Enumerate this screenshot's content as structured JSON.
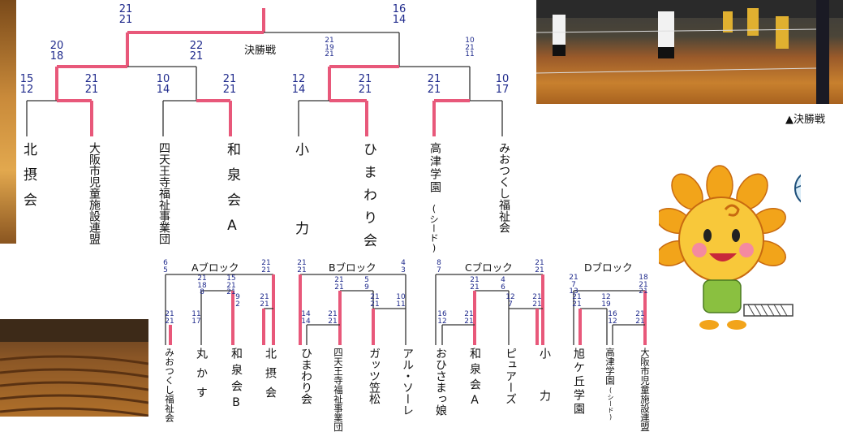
{
  "final": {
    "label": "決勝戦",
    "left_score": [
      "21",
      "21"
    ],
    "right_score": [
      "16",
      "14"
    ]
  },
  "main_bracket": {
    "semis": {
      "left": [
        "20",
        "18"
      ],
      "left_right": [
        "22",
        "21"
      ],
      "right_left": [
        "21",
        "19",
        "21"
      ],
      "right_right": [
        "10",
        "21",
        "11"
      ]
    },
    "first_round": [
      [
        "15",
        "12"
      ],
      [
        "21",
        "21"
      ],
      [
        "10",
        "14"
      ],
      [
        "21",
        "21"
      ],
      [
        "12",
        "14"
      ],
      [
        "21",
        "21"
      ],
      [
        "21",
        "21"
      ],
      [
        "10",
        "17"
      ]
    ],
    "teams": [
      "北摂会",
      "大阪市児童施設連盟",
      "四天王寺福祉事業団",
      "和泉会A",
      "小力",
      "ひまわり会",
      "高津学園",
      "みおつくし福祉会"
    ],
    "seed_note": "(シード)"
  },
  "blocks": [
    {
      "name": "Aブロック",
      "top_left": [
        "6",
        "5"
      ],
      "top_right": [
        "21",
        "21"
      ],
      "mid": [
        "21",
        "18",
        "8"
      ],
      "mid_right": [
        "15",
        "21",
        "21"
      ],
      "inner_right": [
        "9",
        "2"
      ],
      "inner": [
        [
          "21",
          "21"
        ],
        [
          "11",
          "17"
        ],
        [
          "21",
          "21"
        ]
      ],
      "teams": [
        "みおつくし福祉会",
        "丸かす",
        "和泉会B",
        "北摂会"
      ]
    },
    {
      "name": "Bブロック",
      "top_left": [
        "21",
        "21"
      ],
      "top_right": [
        "4",
        "3"
      ],
      "mid": [
        "21",
        "21"
      ],
      "mid_right": [
        "5",
        "9"
      ],
      "inner_right": [
        "21",
        "21"
      ],
      "inner_right2": [
        "10",
        "11"
      ],
      "inner": [
        [
          "14",
          "14"
        ],
        [
          "21",
          "21"
        ]
      ],
      "teams": [
        "ひまわり会",
        "四天王寺福祉事業団",
        "ガッツ笠松",
        "アル・ソーレ"
      ]
    },
    {
      "name": "Cブロック",
      "top_left": [
        "8",
        "7"
      ],
      "top_right": [
        "21",
        "21"
      ],
      "mid": [
        "21",
        "21"
      ],
      "mid_right": [
        "4",
        "6"
      ],
      "inner_right": [
        "12",
        "7"
      ],
      "inner_right2": [
        "21",
        "21"
      ],
      "inner": [
        [
          "16",
          "12"
        ],
        [
          "21",
          "21"
        ]
      ],
      "teams": [
        "おひさまっ娘",
        "和泉会A",
        "ピュアーズ",
        "小力"
      ]
    },
    {
      "name": "Dブロック",
      "top_left": [
        "21",
        "7",
        "13"
      ],
      "top_right": [
        "18",
        "21",
        "21"
      ],
      "inner": [
        [
          "21",
          "21"
        ],
        [
          "12",
          "19"
        ],
        [
          "16",
          "12"
        ],
        [
          "21",
          "21"
        ]
      ],
      "teams": [
        "旭ケ丘学園",
        "高津学園",
        "大阪市児童施設連盟"
      ],
      "seed_note": "(シード)"
    }
  ],
  "photo_caption": "▲決勝戦",
  "colors": {
    "win": "#e8587a",
    "line": "#333333",
    "score": "#1f2a8c"
  }
}
